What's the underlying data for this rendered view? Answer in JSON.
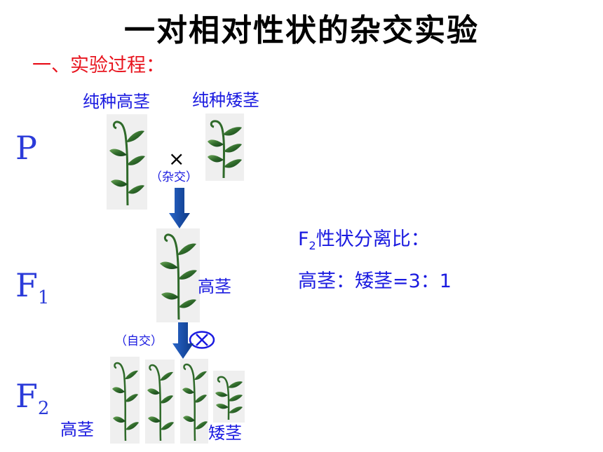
{
  "title": "一对相对性状的杂交实验",
  "section_heading": "一、实验过程：",
  "generations": {
    "p": "P",
    "f1_letter": "F",
    "f1_sub": "1",
    "f2_letter": "F",
    "f2_sub": "2"
  },
  "labels": {
    "pure_tall": "纯种高茎",
    "pure_dwarf": "纯种矮茎",
    "cross_symbol": "×",
    "cross": "（杂交）",
    "f1_tall": "高茎",
    "self": "（自交）",
    "f2_tall": "高茎",
    "f2_dwarf": "矮茎"
  },
  "ratio": {
    "title_letter": "F",
    "title_sub": "2",
    "title_rest": "性状分离比：",
    "value": "高茎：矮茎=3：1"
  },
  "colors": {
    "title": "#000000",
    "section": "#e8141e",
    "text": "#1a1ae0",
    "generation": "#2b3bd9",
    "arrow": "#1f4fa8",
    "leaf": "#2f6a2a"
  }
}
